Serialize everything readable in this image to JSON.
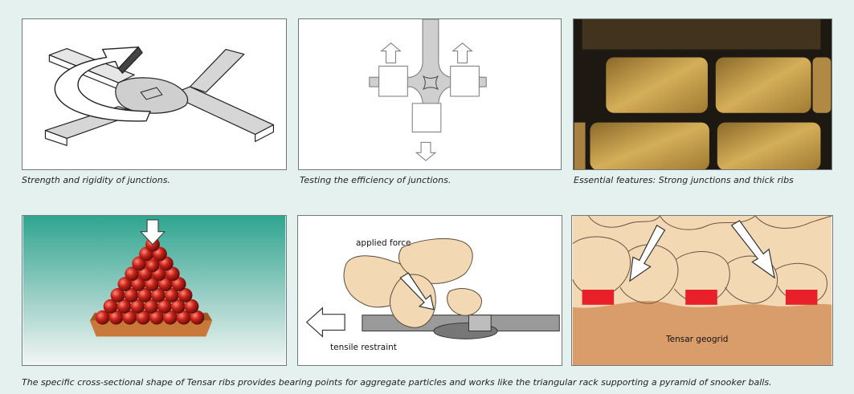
{
  "captions": {
    "junction_strength": "Strength and rigidity of junctions.",
    "junction_testing": "Testing the efficiency of junctions.",
    "essential_features": "Essential features: Strong junctions and thick ribs",
    "bottom": "The specific cross-sectional shape of Tensar ribs provides bearing points for aggregate particles and works like the triangular rack supporting a pyramid of snooker balls."
  },
  "labels": {
    "applied_force": "applied force",
    "tensile_restraint": "tensile restraint",
    "tensar_geogrid": "Tensar geogrid"
  },
  "colors": {
    "page_background": "#e4f1ef",
    "red_bearing": "#e8202a",
    "aggregate_fill": "#f3d8b4",
    "geogrid_soil": "#d99d6c",
    "snooker_ball": "#c8231a"
  }
}
